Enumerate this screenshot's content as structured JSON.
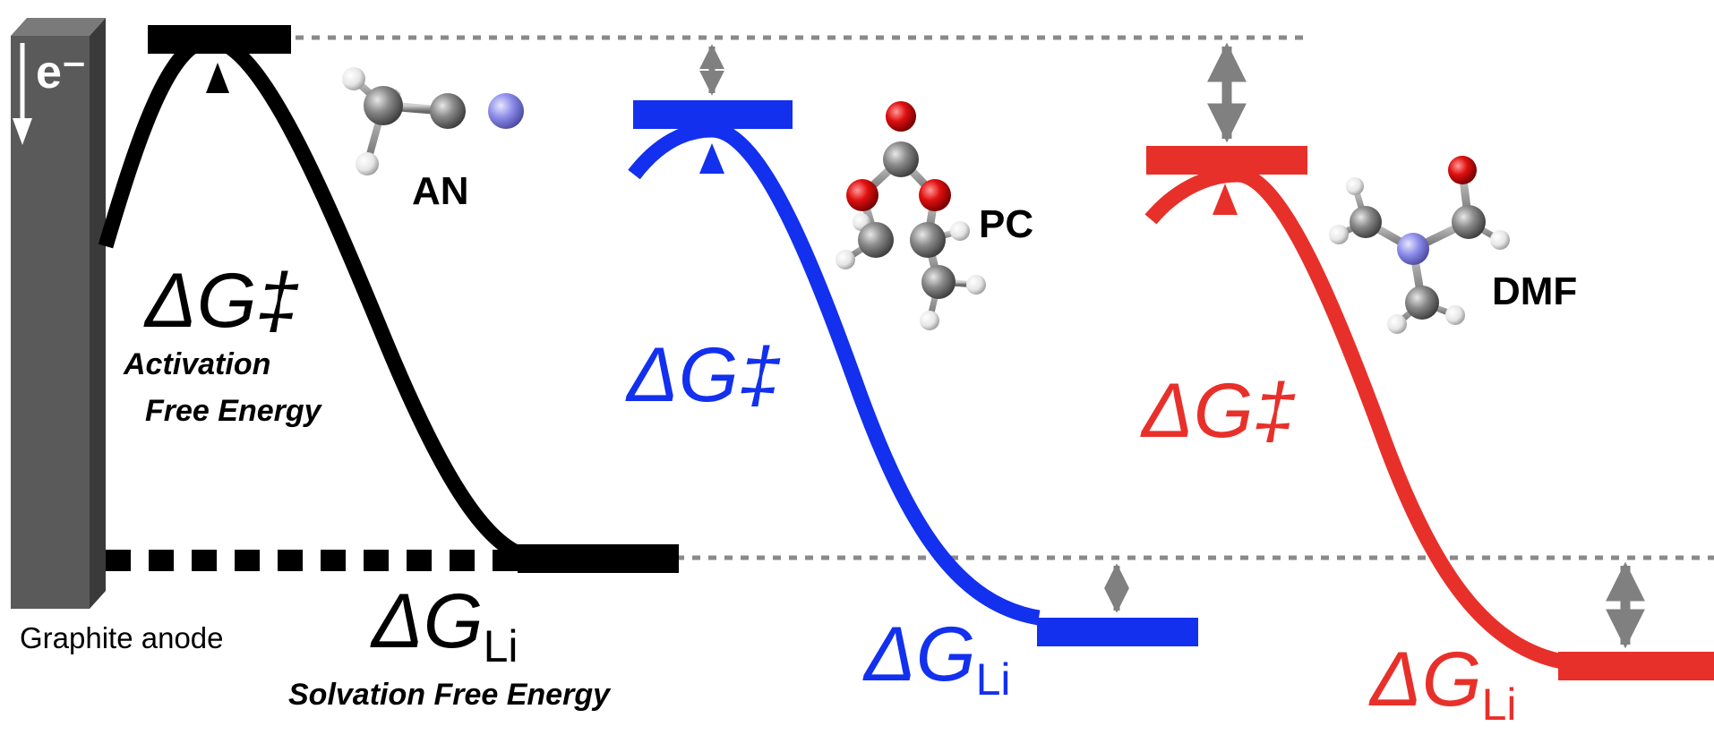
{
  "electrode": {
    "electron_label": "e⁻",
    "caption": "Graphite anode"
  },
  "solvents": [
    {
      "id": "an",
      "name": "AN",
      "color": "#000000",
      "dG_act_symbol": "ΔG‡",
      "dG_act_caption_line1": "Activation",
      "dG_act_caption_line2": "Free Energy",
      "dG_li_symbol": "ΔG",
      "dG_li_subscript": "Li",
      "dG_li_caption": "Solvation Free Energy"
    },
    {
      "id": "pc",
      "name": "PC",
      "color": "#1230ee",
      "dG_act_symbol": "ΔG‡",
      "dG_li_symbol": "ΔG",
      "dG_li_subscript": "Li"
    },
    {
      "id": "dmf",
      "name": "DMF",
      "color": "#e8302a",
      "dG_act_symbol": "ΔG‡",
      "dG_li_symbol": "ΔG",
      "dG_li_subscript": "Li"
    }
  ],
  "colors": {
    "electrode_front": "#5a5a5a",
    "electrode_side": "#3a3a3a",
    "reference_line": "#8a8a8a",
    "difference_arrow": "#808080",
    "carbon": "#7a7a7a",
    "oxygen": "#e01010",
    "nitrogen": "#8a8ae8",
    "hydrogen": "#f2f2f2"
  }
}
